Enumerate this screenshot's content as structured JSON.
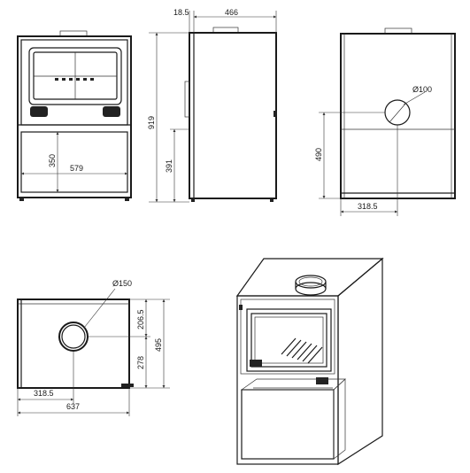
{
  "views": {
    "front": {
      "dims": {
        "d579": "579",
        "d350": "350"
      }
    },
    "side": {
      "dims": {
        "d18": "18.5",
        "d466": "466",
        "d919": "919",
        "d391": "391"
      }
    },
    "rear": {
      "dims": {
        "d100": "Ø100",
        "d490": "490",
        "d318": "318.5"
      }
    },
    "top": {
      "dims": {
        "d150": "Ø150",
        "d2065": "206.5",
        "d278": "278",
        "d495": "495",
        "d318b": "318.5",
        "d637": "637"
      }
    }
  }
}
